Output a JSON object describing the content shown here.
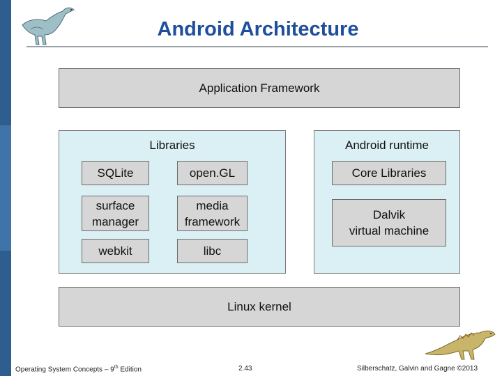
{
  "slide": {
    "title": "Android Architecture",
    "accent_color": "#1f4e9c"
  },
  "diagram": {
    "application_framework": "Application Framework",
    "libraries": {
      "title": "Libraries",
      "items": [
        "SQLite",
        "open.GL",
        "surface\nmanager",
        "media\nframework",
        "webkit",
        "libc"
      ]
    },
    "android_runtime": {
      "title": "Android runtime",
      "items": [
        "Core Libraries",
        "Dalvik\nvirtual machine"
      ]
    },
    "linux_kernel": "Linux kernel"
  },
  "footer": {
    "left_prefix": "Operating System Concepts – 9",
    "left_sup": "th",
    "left_suffix": " Edition",
    "center": "2.43",
    "right": "Silberschatz, Galvin and Gagne ©2013"
  }
}
